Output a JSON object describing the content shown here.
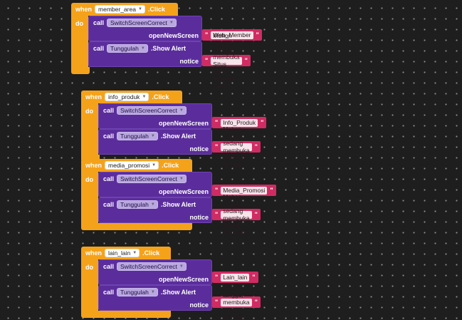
{
  "keywords": {
    "when": "when",
    "do": "do",
    "call": "call",
    "click": ".Click",
    "show_alert": ".Show Alert",
    "open_new_screen": "openNewScreen",
    "notice": "notice",
    "quote": "\""
  },
  "components": {
    "screen_switch": "SwitchScreenCorrect",
    "notifier": "Tunggulah"
  },
  "events": [
    {
      "component": "member_area",
      "screen": "Web_Member",
      "notice": "Mohon tunggu, sedang membuka Situs Web Member Area"
    },
    {
      "component": "info_produk",
      "screen": "Info_Produk",
      "notice": "Mohon tunggu, sedang membuka Informasi Produk"
    },
    {
      "component": "media_promosi",
      "screen": "Media_Promosi",
      "notice": "Mohon tunggu, sedang membuka Media Promosi"
    },
    {
      "component": "lain_lain",
      "screen": "Lain_lain",
      "notice": "Mohon tunggu, membuka menu lain-lain"
    }
  ],
  "colors": {
    "event": "#f5a21b",
    "procedure": "#5b2d9c",
    "text": "#d12b63",
    "background": "#1e1e1e"
  }
}
